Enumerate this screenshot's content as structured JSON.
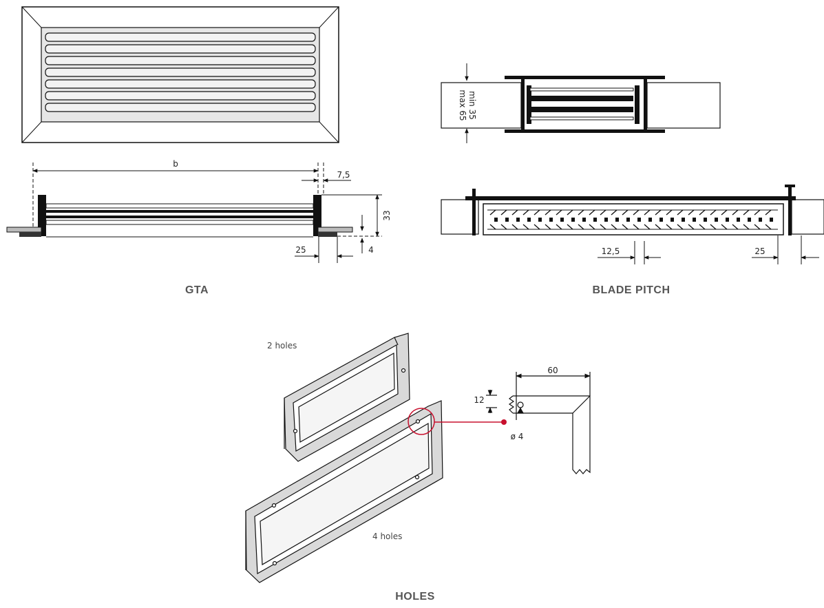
{
  "captions": {
    "gta": "GTA",
    "blade_pitch": "BLADE PITCH",
    "holes": "HOLES"
  },
  "dimensions": {
    "b": "b",
    "d7_5": "7,5",
    "d33": "33",
    "d25_left": "25",
    "d4": "4",
    "min35": "min 35",
    "max65": "max 65",
    "d12_5": "12,5",
    "d25_right": "25",
    "d60": "60",
    "d12": "12",
    "dia4": "ø 4"
  },
  "notes": {
    "two_holes": "2 holes",
    "four_holes": "4 holes"
  },
  "colors": {
    "accent": "#c8102e",
    "line": "#111111",
    "fill": "#e6e6e6"
  }
}
